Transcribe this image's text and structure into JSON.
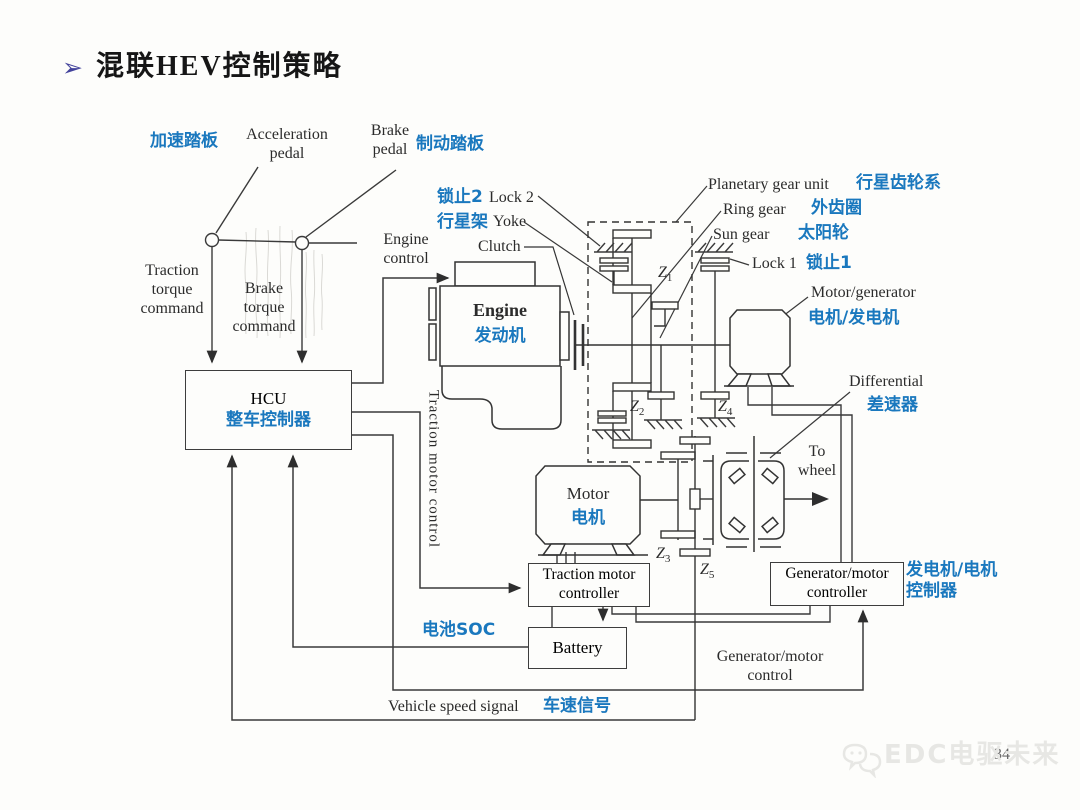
{
  "slide": {
    "title": "混联HEV控制策略",
    "bullet_glyph": "➢",
    "page_number": "34",
    "watermark_text": "EDC电驱未来"
  },
  "colors": {
    "accent": "#1a78be",
    "ink": "#2b2b2b",
    "line": "#3a3a3a",
    "bullet": "#43439c",
    "watermark": "#e7e7e4"
  },
  "labels": {
    "accel_pedal_cn": "加速踏板",
    "accel_pedal_en": "Acceleration\npedal",
    "brake_pedal_en": "Brake\npedal",
    "brake_pedal_cn": "制动踏板",
    "traction_torque_cmd": "Traction\ntorque\ncommand",
    "brake_torque_cmd": "Brake\ntorque\ncommand",
    "engine_control": "Engine\ncontrol",
    "clutch": "Clutch",
    "lock2_cn": "锁止2",
    "lock2_en": "Lock 2",
    "yoke_cn": "行星架",
    "yoke_en": "Yoke",
    "planetary_en": "Planetary gear unit",
    "planetary_cn": "行星齿轮系",
    "ring_gear_en": "Ring gear",
    "ring_gear_cn": "外齿圈",
    "sun_gear_en": "Sun gear",
    "sun_gear_cn": "太阳轮",
    "lock1_en": "Lock 1",
    "lock1_cn": "锁止1",
    "motor_generator_en": "Motor/generator",
    "motor_generator_cn": "电机/发电机",
    "differential_en": "Differential",
    "differential_cn": "差速器",
    "to_wheel": "To\nwheel",
    "traction_motor_control": "Traction motor control",
    "battery_soc": "电池SOC",
    "generator_motor_control": "Generator/motor\ncontrol",
    "vehicle_speed_en": "Vehicle speed signal",
    "vehicle_speed_cn": "车速信号"
  },
  "boxes": {
    "hcu_en": "HCU",
    "hcu_cn": "整车控制器",
    "engine_en": "Engine",
    "engine_cn": "发动机",
    "motor_en": "Motor",
    "motor_cn": "电机",
    "tmc": "Traction motor\ncontroller",
    "battery": "Battery",
    "gmc": "Generator/motor\ncontroller",
    "gmc_cn": "发电机/电机\n控制器"
  },
  "gears": {
    "z1": {
      "base": "Z",
      "sub": "1"
    },
    "z2": {
      "base": "Z",
      "sub": "2"
    },
    "z3": {
      "base": "Z",
      "sub": "3"
    },
    "z4": {
      "base": "Z",
      "sub": "4"
    },
    "z5": {
      "base": "Z",
      "sub": "5"
    }
  }
}
